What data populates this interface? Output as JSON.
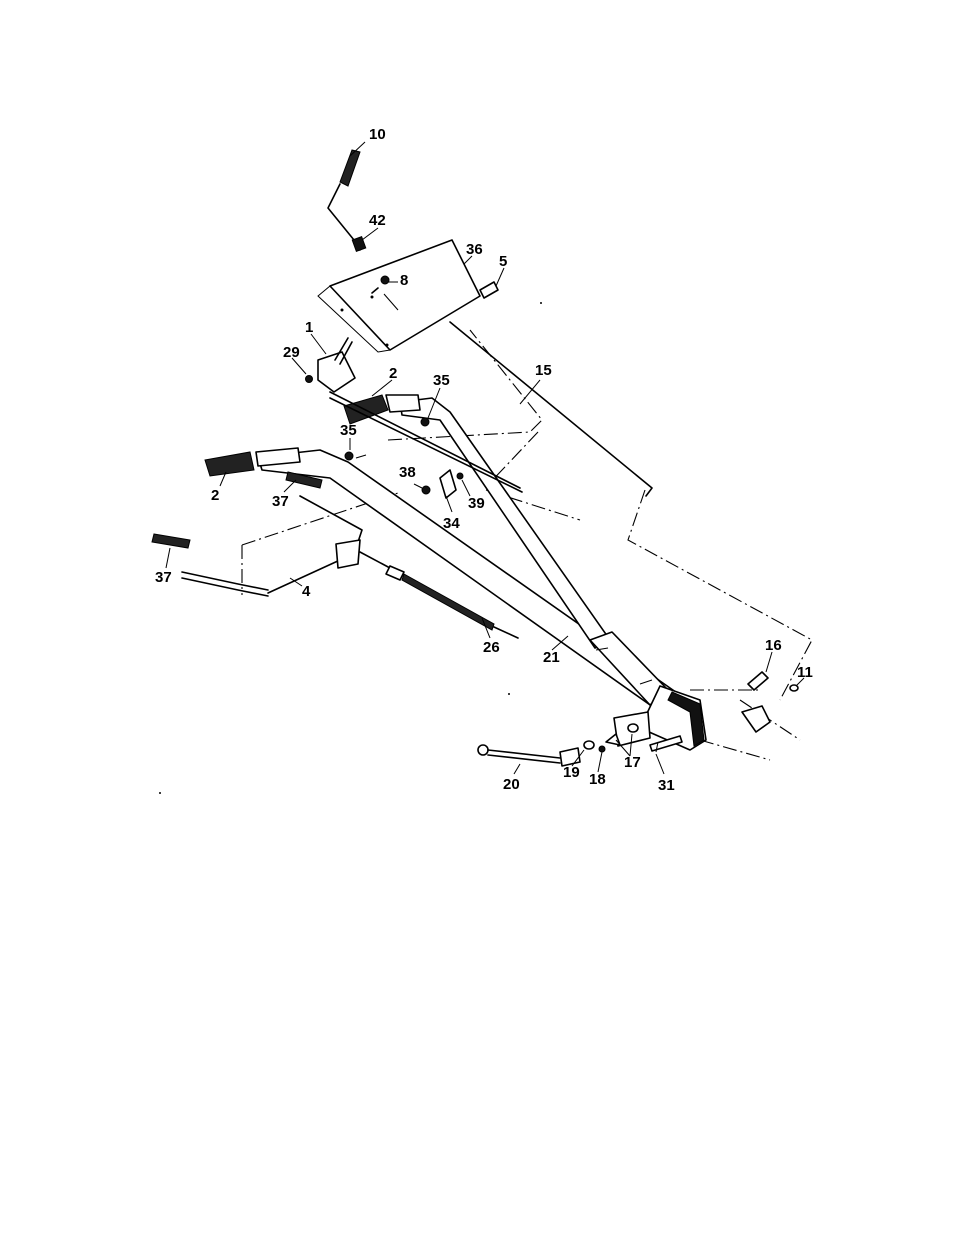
{
  "diagram": {
    "callouts": [
      {
        "key": "p10",
        "text": "10"
      },
      {
        "key": "p42",
        "text": "42"
      },
      {
        "key": "p36",
        "text": "36"
      },
      {
        "key": "p5",
        "text": "5"
      },
      {
        "key": "p8",
        "text": "8"
      },
      {
        "key": "p1",
        "text": "1"
      },
      {
        "key": "p29",
        "text": "29"
      },
      {
        "key": "p2a",
        "text": "2"
      },
      {
        "key": "p35a",
        "text": "35"
      },
      {
        "key": "p15",
        "text": "15"
      },
      {
        "key": "p35b",
        "text": "35"
      },
      {
        "key": "p2b",
        "text": "2"
      },
      {
        "key": "p37a",
        "text": "37"
      },
      {
        "key": "p38",
        "text": "38"
      },
      {
        "key": "p39",
        "text": "39"
      },
      {
        "key": "p34",
        "text": "34"
      },
      {
        "key": "p37b",
        "text": "37"
      },
      {
        "key": "p4",
        "text": "4"
      },
      {
        "key": "p26",
        "text": "26"
      },
      {
        "key": "p21",
        "text": "21"
      },
      {
        "key": "p16",
        "text": "16"
      },
      {
        "key": "p11",
        "text": "11"
      },
      {
        "key": "p20",
        "text": "20"
      },
      {
        "key": "p19",
        "text": "19"
      },
      {
        "key": "p18",
        "text": "18"
      },
      {
        "key": "p17",
        "text": "17"
      },
      {
        "key": "p31",
        "text": "31"
      }
    ]
  }
}
